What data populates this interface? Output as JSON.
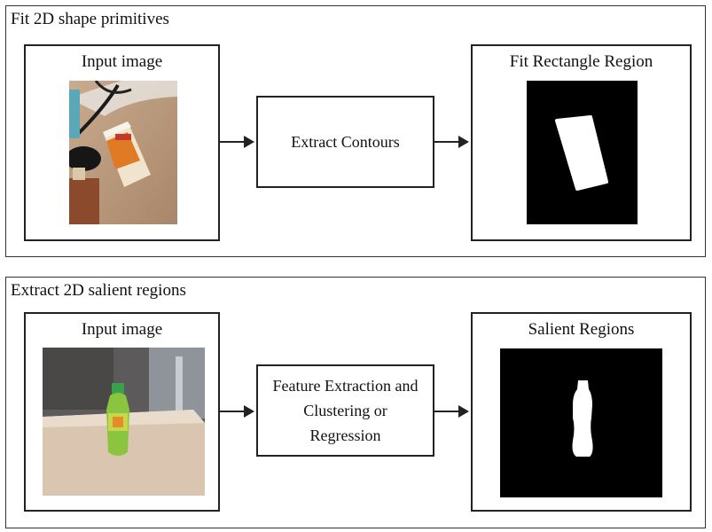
{
  "panels": [
    {
      "title": "Fit 2D shape primitives",
      "input_label": "Input image",
      "process_label": "Extract Contours",
      "output_label": "Fit Rectangle Region"
    },
    {
      "title": "Extract 2D salient regions",
      "input_label": "Input image",
      "process_lines": [
        "Feature Extraction and",
        "Clustering or",
        "Regression"
      ],
      "output_label": "Salient Regions"
    }
  ],
  "colors": {
    "border": "#222222",
    "mask_bg": "#000000",
    "mask_fg": "#ffffff"
  }
}
